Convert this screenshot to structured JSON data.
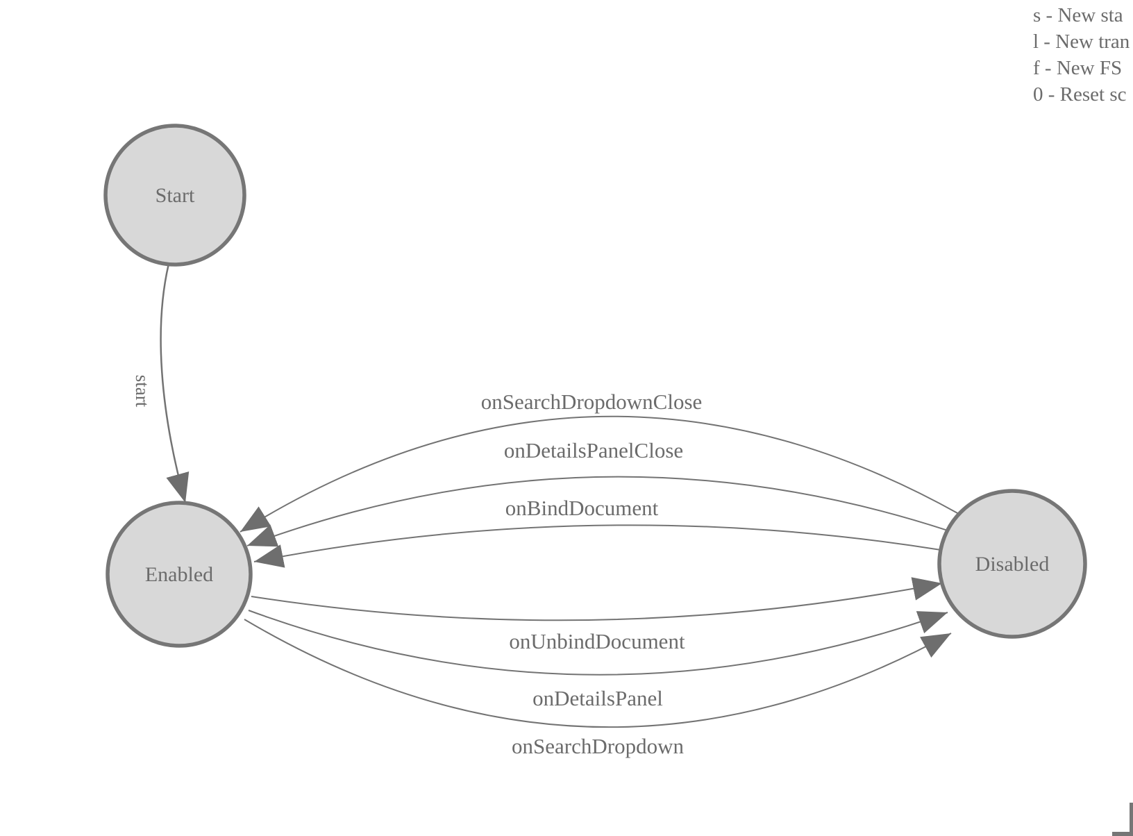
{
  "diagram": {
    "nodes": [
      {
        "id": "start",
        "label": "Start"
      },
      {
        "id": "enabled",
        "label": "Enabled"
      },
      {
        "id": "disabled",
        "label": "Disabled"
      }
    ],
    "edges": [
      {
        "id": "start-to-enabled",
        "from": "Start",
        "to": "Enabled",
        "label": "start"
      },
      {
        "id": "disabled-to-enabled-1",
        "from": "Disabled",
        "to": "Enabled",
        "label": "onSearchDropdownClose"
      },
      {
        "id": "disabled-to-enabled-2",
        "from": "Disabled",
        "to": "Enabled",
        "label": "onDetailsPanelClose"
      },
      {
        "id": "disabled-to-enabled-3",
        "from": "Disabled",
        "to": "Enabled",
        "label": "onBindDocument"
      },
      {
        "id": "enabled-to-disabled-1",
        "from": "Enabled",
        "to": "Disabled",
        "label": "onUnbindDocument"
      },
      {
        "id": "enabled-to-disabled-2",
        "from": "Enabled",
        "to": "Disabled",
        "label": "onDetailsPanel"
      },
      {
        "id": "enabled-to-disabled-3",
        "from": "Enabled",
        "to": "Disabled",
        "label": "onSearchDropdown"
      }
    ]
  },
  "legend": {
    "lines": [
      "s - New sta",
      "l - New tran",
      "f - New FS",
      "0 - Reset sc"
    ]
  },
  "theme": {
    "background": "#ffffff",
    "node_fill": "#d8d8d8",
    "node_stroke": "#767676",
    "edge_stroke": "#737373",
    "arrow_fill": "#6e6e6e",
    "label_color": "#6b6b6b"
  }
}
